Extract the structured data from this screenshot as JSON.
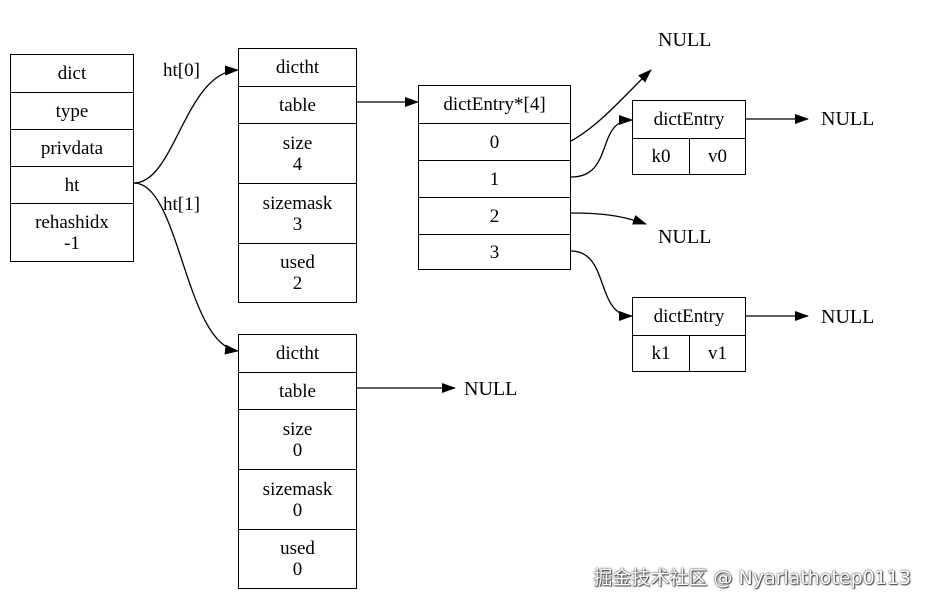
{
  "dict": {
    "fields": [
      "dict",
      "type",
      "privdata",
      "ht"
    ],
    "rehashidx": [
      "rehashidx",
      "-1"
    ]
  },
  "labels": {
    "ht0": "ht[0]",
    "ht1": "ht[1]"
  },
  "ht0": {
    "title": "dictht",
    "table": "table",
    "size": [
      "size",
      "4"
    ],
    "sizemask": [
      "sizemask",
      "3"
    ],
    "used": [
      "used",
      "2"
    ]
  },
  "ht1": {
    "title": "dictht",
    "table": "table",
    "size": [
      "size",
      "0"
    ],
    "sizemask": [
      "sizemask",
      "0"
    ],
    "used": [
      "used",
      "0"
    ]
  },
  "bucket_array": {
    "title": "dictEntry*[4]",
    "slots": [
      "0",
      "1",
      "2",
      "3"
    ]
  },
  "entries": [
    {
      "title": "dictEntry",
      "key": "k0",
      "value": "v0"
    },
    {
      "title": "dictEntry",
      "key": "k1",
      "value": "v1"
    }
  ],
  "null_text": "NULL",
  "watermark": "掘金技术社区 @ Nyarlathotep0113"
}
